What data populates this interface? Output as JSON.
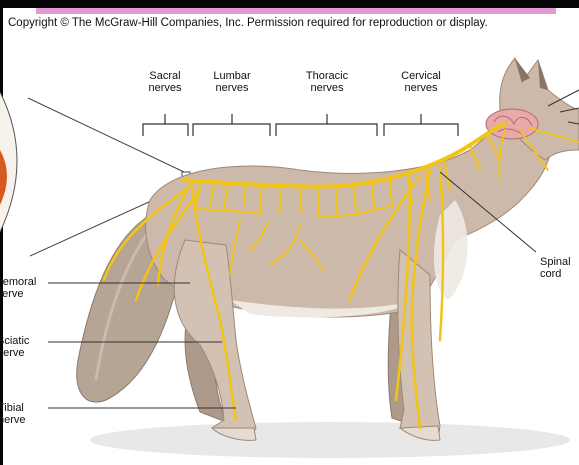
{
  "copyright": "Copyright © The McGraw-Hill Companies, Inc. Permission required for reproduction or display.",
  "labels": {
    "sacral": [
      "Sacral",
      "nerves"
    ],
    "lumbar": [
      "Lumbar",
      "nerves"
    ],
    "thoracic": [
      "Thoracic",
      "nerves"
    ],
    "cervical": [
      "Cervical",
      "nerves"
    ],
    "spinal": [
      "Spinal",
      "cord"
    ],
    "femoral": [
      "Femoral",
      "nerve"
    ],
    "sciatic": [
      "Sciatic",
      "nerve"
    ],
    "tibial": [
      "Tibial",
      "nerve"
    ]
  },
  "colors": {
    "nerve": "#f2c414",
    "fur": "#cdb9a9",
    "fur_dark": "#9f8877",
    "belly": "#efe9e3",
    "leader": "#333333",
    "shadow": "#dedede"
  }
}
